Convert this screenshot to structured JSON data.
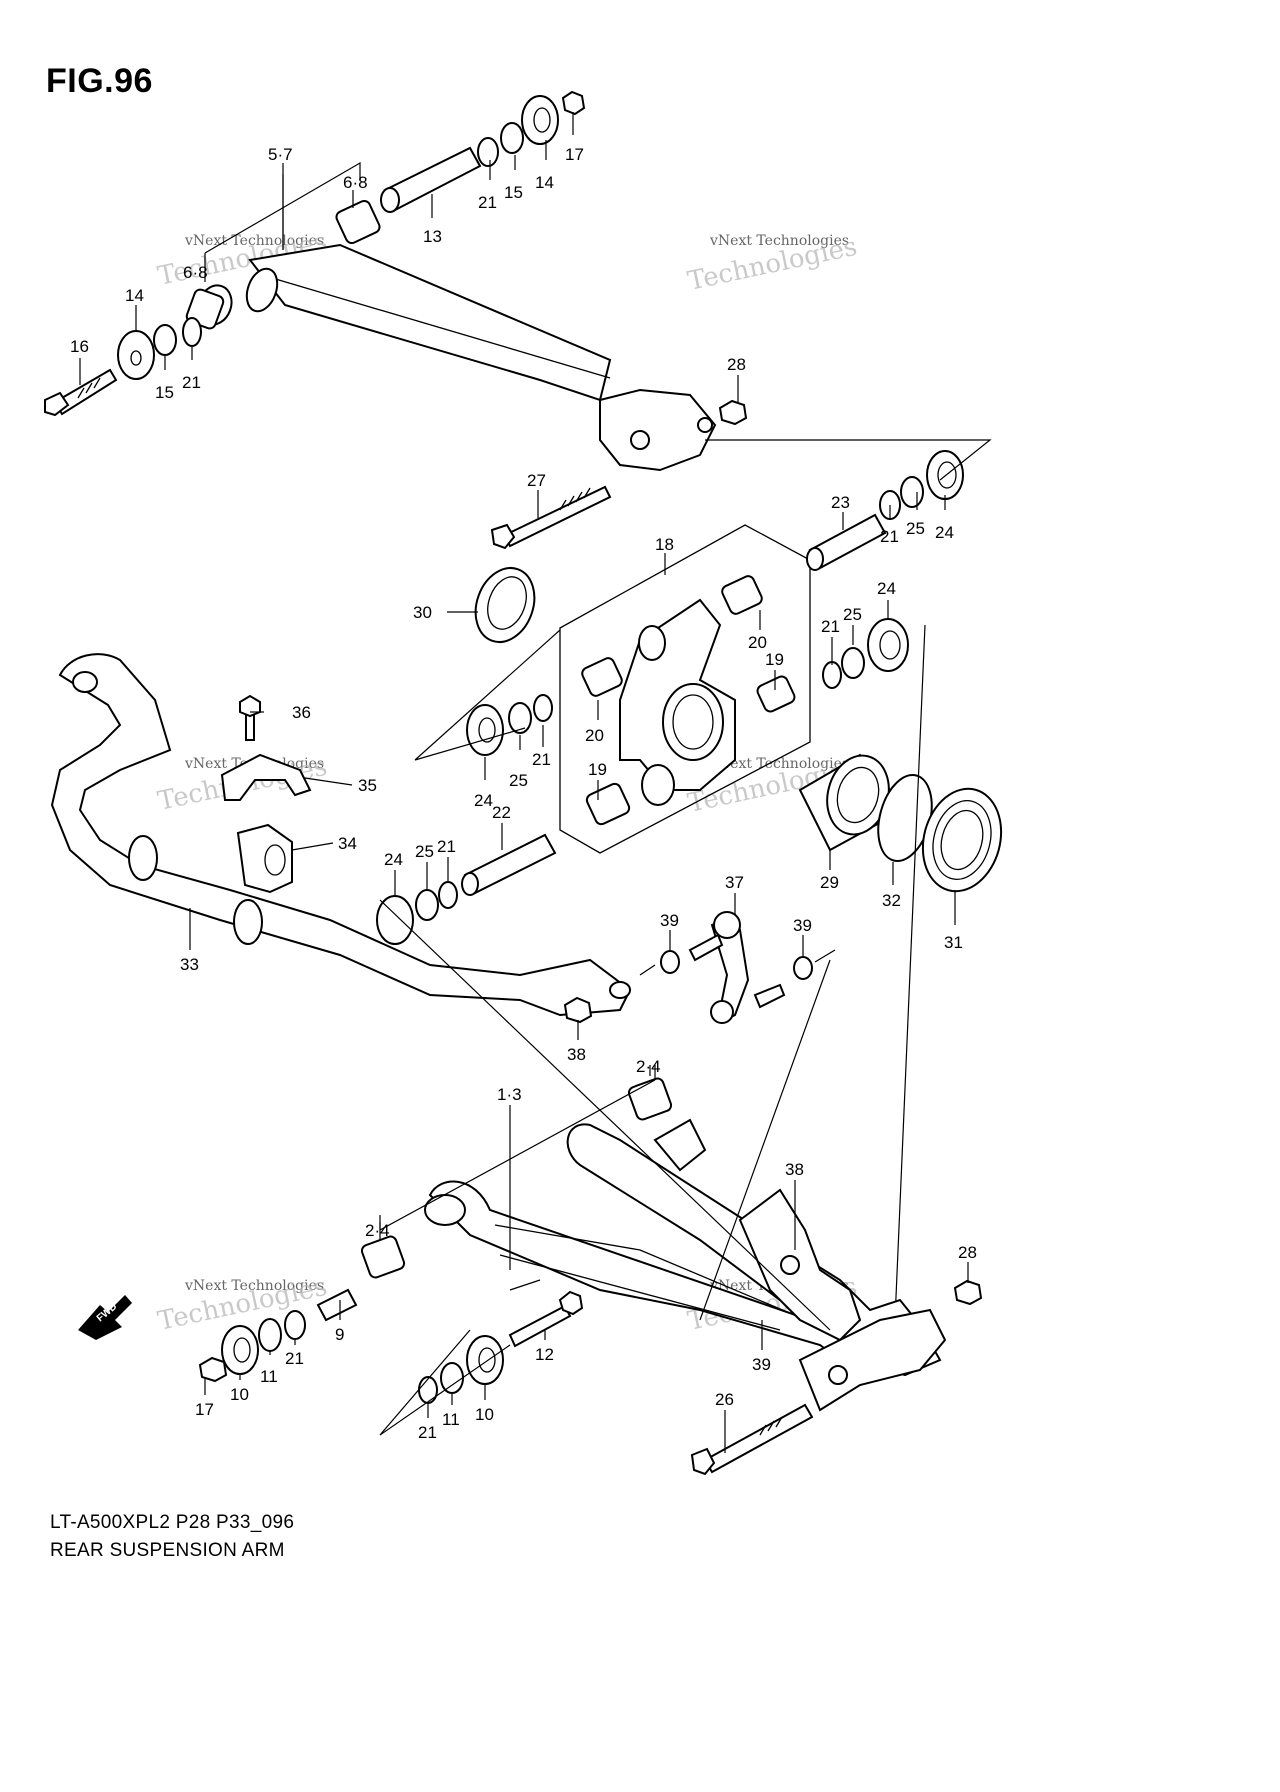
{
  "figure": {
    "title": "FIG.96",
    "model_code": "LT-A500XPL2 P28 P33_096",
    "assembly_name": "REAR SUSPENSION ARM",
    "watermark": [
      "vNext Technologies",
      "vNext",
      "Technologies"
    ],
    "fwd_label": "FWD"
  },
  "callouts": [
    {
      "id": "c-5-7",
      "label": "5·7"
    },
    {
      "id": "c-6-8a",
      "label": "6·8"
    },
    {
      "id": "c-6-8b",
      "label": "6·8"
    },
    {
      "id": "c-13",
      "label": "13"
    },
    {
      "id": "c-21a",
      "label": "21"
    },
    {
      "id": "c-15a",
      "label": "15"
    },
    {
      "id": "c-14a",
      "label": "14"
    },
    {
      "id": "c-17a",
      "label": "17"
    },
    {
      "id": "c-14b",
      "label": "14"
    },
    {
      "id": "c-16",
      "label": "16"
    },
    {
      "id": "c-15b",
      "label": "15"
    },
    {
      "id": "c-21b",
      "label": "21"
    },
    {
      "id": "c-28a",
      "label": "28"
    },
    {
      "id": "c-27",
      "label": "27"
    },
    {
      "id": "c-23",
      "label": "23"
    },
    {
      "id": "c-21c",
      "label": "21"
    },
    {
      "id": "c-25a",
      "label": "25"
    },
    {
      "id": "c-24a",
      "label": "24"
    },
    {
      "id": "c-18",
      "label": "18"
    },
    {
      "id": "c-30",
      "label": "30"
    },
    {
      "id": "c-20a",
      "label": "20"
    },
    {
      "id": "c-19a",
      "label": "19"
    },
    {
      "id": "c-21d",
      "label": "21"
    },
    {
      "id": "c-25b",
      "label": "25"
    },
    {
      "id": "c-24b",
      "label": "24"
    },
    {
      "id": "c-36",
      "label": "36"
    },
    {
      "id": "c-35",
      "label": "35"
    },
    {
      "id": "c-34",
      "label": "34"
    },
    {
      "id": "c-20b",
      "label": "20"
    },
    {
      "id": "c-19b",
      "label": "19"
    },
    {
      "id": "c-21e",
      "label": "21"
    },
    {
      "id": "c-25c",
      "label": "25"
    },
    {
      "id": "c-24c",
      "label": "24"
    },
    {
      "id": "c-22",
      "label": "22"
    },
    {
      "id": "c-24d",
      "label": "24"
    },
    {
      "id": "c-25d",
      "label": "25"
    },
    {
      "id": "c-21f",
      "label": "21"
    },
    {
      "id": "c-29",
      "label": "29"
    },
    {
      "id": "c-32",
      "label": "32"
    },
    {
      "id": "c-31",
      "label": "31"
    },
    {
      "id": "c-33",
      "label": "33"
    },
    {
      "id": "c-37",
      "label": "37"
    },
    {
      "id": "c-39a",
      "label": "39"
    },
    {
      "id": "c-39b",
      "label": "39"
    },
    {
      "id": "c-38a",
      "label": "38"
    },
    {
      "id": "c-2-4a",
      "label": "2·4"
    },
    {
      "id": "c-1-3",
      "label": "1·3"
    },
    {
      "id": "c-38b",
      "label": "38"
    },
    {
      "id": "c-2-4b",
      "label": "2·4"
    },
    {
      "id": "c-28b",
      "label": "28"
    },
    {
      "id": "c-9",
      "label": "9"
    },
    {
      "id": "c-21g",
      "label": "21"
    },
    {
      "id": "c-11a",
      "label": "11"
    },
    {
      "id": "c-10a",
      "label": "10"
    },
    {
      "id": "c-17b",
      "label": "17"
    },
    {
      "id": "c-12",
      "label": "12"
    },
    {
      "id": "c-39c",
      "label": "39"
    },
    {
      "id": "c-26",
      "label": "26"
    },
    {
      "id": "c-21h",
      "label": "21"
    },
    {
      "id": "c-11b",
      "label": "11"
    },
    {
      "id": "c-10b",
      "label": "10"
    }
  ]
}
